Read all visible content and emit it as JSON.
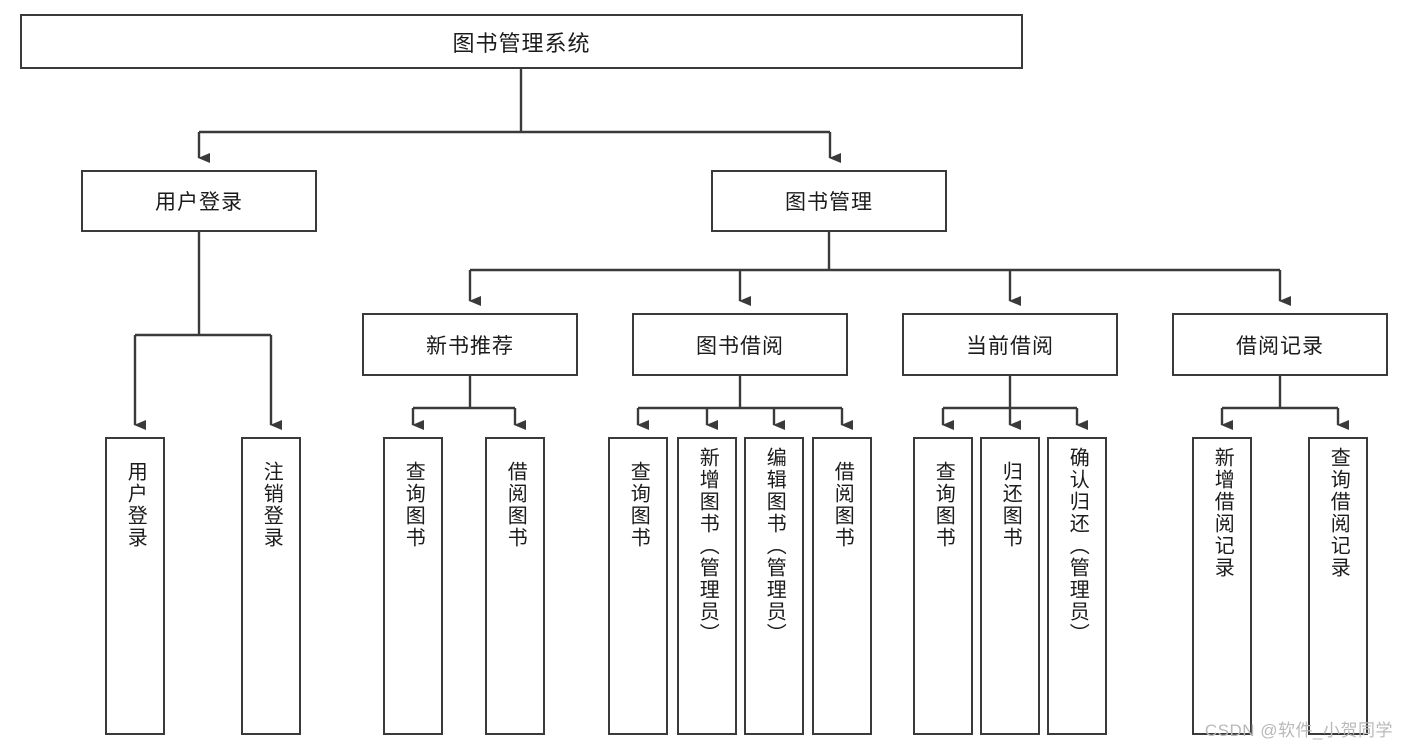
{
  "diagram": {
    "title": "图书管理系统",
    "root": {
      "label": "图书管理系统"
    },
    "level2": [
      {
        "label": "用户登录"
      },
      {
        "label": "图书管理"
      }
    ],
    "level3": [
      {
        "label": "新书推荐"
      },
      {
        "label": "图书借阅"
      },
      {
        "label": "当前借阅"
      },
      {
        "label": "借阅记录"
      }
    ],
    "leaves": [
      {
        "label": "用户登录"
      },
      {
        "label": "注销登录"
      },
      {
        "label": "查询图书"
      },
      {
        "label": "借阅图书"
      },
      {
        "label": "查询图书"
      },
      {
        "label": "新增图书（管理员）"
      },
      {
        "label": "编辑图书（管理员）"
      },
      {
        "label": "借阅图书"
      },
      {
        "label": "查询图书"
      },
      {
        "label": "归还图书"
      },
      {
        "label": "确认归还（管理员）"
      },
      {
        "label": "新增借阅记录"
      },
      {
        "label": "查询借阅记录"
      }
    ]
  },
  "watermark": {
    "text": "CSDN @软件_小贺同学"
  },
  "colors": {
    "stroke": "#3a3a3a",
    "background": "#ffffff",
    "text": "#1b1b1b",
    "watermark": "#b9b9b9"
  }
}
